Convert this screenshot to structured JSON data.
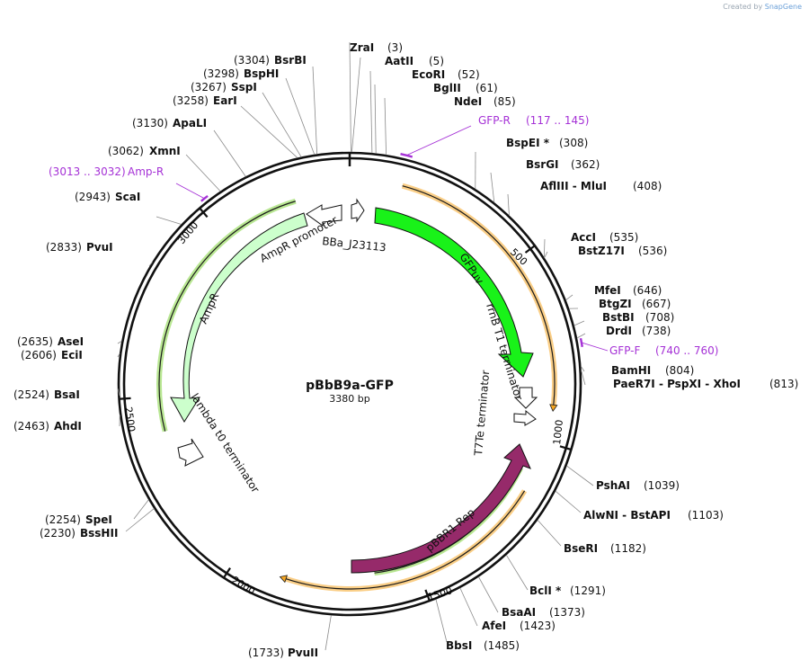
{
  "branding": {
    "prefix": "Created by",
    "name": "SnapGene"
  },
  "plasmid": {
    "name": "pBbB9a-GFP",
    "length_label": "3380 bp",
    "length": 3380
  },
  "ticks": [
    "500",
    "1000",
    "1500",
    "2000",
    "2500",
    "3000"
  ],
  "sites": [
    {
      "label": "ZraI",
      "pos": "(3)"
    },
    {
      "label": "AatII",
      "pos": "(5)"
    },
    {
      "label": "EcoRI",
      "pos": "(52)"
    },
    {
      "label": "BglII",
      "pos": "(61)"
    },
    {
      "label": "NdeI",
      "pos": "(85)"
    },
    {
      "label": "BspEI *",
      "pos": "(308)"
    },
    {
      "label": "BsrGI",
      "pos": "(362)"
    },
    {
      "label": "AflIII - MluI",
      "pos": "(408)"
    },
    {
      "label": "AccI",
      "pos": "(535)"
    },
    {
      "label": "BstZ17I",
      "pos": "(536)"
    },
    {
      "label": "MfeI",
      "pos": "(646)"
    },
    {
      "label": "BtgZI",
      "pos": "(667)"
    },
    {
      "label": "BstBI",
      "pos": "(708)"
    },
    {
      "label": "DrdI",
      "pos": "(738)"
    },
    {
      "label": "BamHI",
      "pos": "(804)"
    },
    {
      "label": "PaeR7I - PspXI - XhoI",
      "pos": "(813)"
    },
    {
      "label": "PshAI",
      "pos": "(1039)"
    },
    {
      "label": "AlwNI - BstAPI",
      "pos": "(1103)"
    },
    {
      "label": "BseRI",
      "pos": "(1182)"
    },
    {
      "label": "BclI *",
      "pos": "(1291)"
    },
    {
      "label": "BsaAI",
      "pos": "(1373)"
    },
    {
      "label": "AfeI",
      "pos": "(1423)"
    },
    {
      "label": "BbsI",
      "pos": "(1485)"
    },
    {
      "label": "PvuII",
      "pos": "(1733)"
    },
    {
      "label": "BssHII",
      "pos": "(2230)"
    },
    {
      "label": "SpeI",
      "pos": "(2254)"
    },
    {
      "label": "AhdI",
      "pos": "(2463)"
    },
    {
      "label": "BsaI",
      "pos": "(2524)"
    },
    {
      "label": "EciI",
      "pos": "(2606)"
    },
    {
      "label": "AseI",
      "pos": "(2635)"
    },
    {
      "label": "PvuI",
      "pos": "(2833)"
    },
    {
      "label": "ScaI",
      "pos": "(2943)"
    },
    {
      "label": "XmnI",
      "pos": "(3062)"
    },
    {
      "label": "ApaLI",
      "pos": "(3130)"
    },
    {
      "label": "EarI",
      "pos": "(3258)"
    },
    {
      "label": "SspI",
      "pos": "(3267)"
    },
    {
      "label": "BspHI",
      "pos": "(3298)"
    },
    {
      "label": "BsrBI",
      "pos": "(3304)"
    }
  ],
  "primers": [
    {
      "label": "GFP-R",
      "range": "(117 .. 145)"
    },
    {
      "label": "GFP-F",
      "range": "(740 .. 760)"
    },
    {
      "label": "Amp-R",
      "range": "(3013 .. 3032)"
    }
  ],
  "features": [
    {
      "label": "GFPuv",
      "color": "#19f219"
    },
    {
      "label": "rrnB T1 terminator",
      "color": "#ffffff"
    },
    {
      "label": "T7Te terminator",
      "color": "#ffffff"
    },
    {
      "label": "pBBR1 Rep",
      "color": "#962a6a"
    },
    {
      "label": "lambda t0 terminator",
      "color": "#ffffff"
    },
    {
      "label": "AmpR",
      "color": "#ccffcc"
    },
    {
      "label": "AmpR promoter",
      "color": "#ffffff"
    },
    {
      "label": "BBa_J23113",
      "color": "#ffffff"
    }
  ],
  "colors": {
    "primer": "#a531d6",
    "orf_orange": "#f5a623",
    "orf_green": "#7fd43b",
    "backbone": "#111111"
  }
}
